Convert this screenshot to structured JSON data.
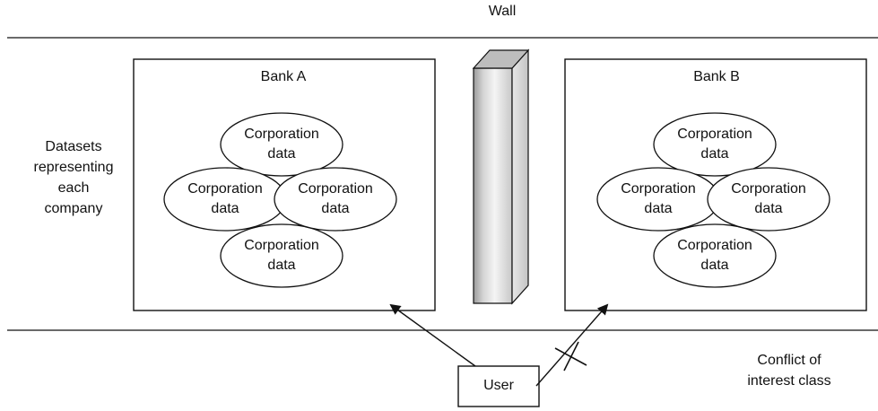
{
  "wall_label": "Wall",
  "datasets_label": [
    "Datasets",
    "representing",
    "each",
    "company"
  ],
  "banks": [
    {
      "title": "Bank A",
      "datasets": [
        {
          "line1": "Corporation",
          "line2": "data"
        },
        {
          "line1": "Corporation",
          "line2": "data"
        },
        {
          "line1": "Corporation",
          "line2": "data"
        },
        {
          "line1": "Corporation",
          "line2": "data"
        }
      ]
    },
    {
      "title": "Bank B",
      "datasets": [
        {
          "line1": "Corporation",
          "line2": "data"
        },
        {
          "line1": "Corporation",
          "line2": "data"
        },
        {
          "line1": "Corporation",
          "line2": "data"
        },
        {
          "line1": "Corporation",
          "line2": "data"
        }
      ]
    }
  ],
  "user_label": "User",
  "conflict_label": [
    "Conflict of",
    "interest class"
  ],
  "colors": {
    "line": "#111111",
    "wall_front": "#d6d6d6",
    "wall_side": "#f0f0f0",
    "wall_top": "#b8b8b8"
  }
}
